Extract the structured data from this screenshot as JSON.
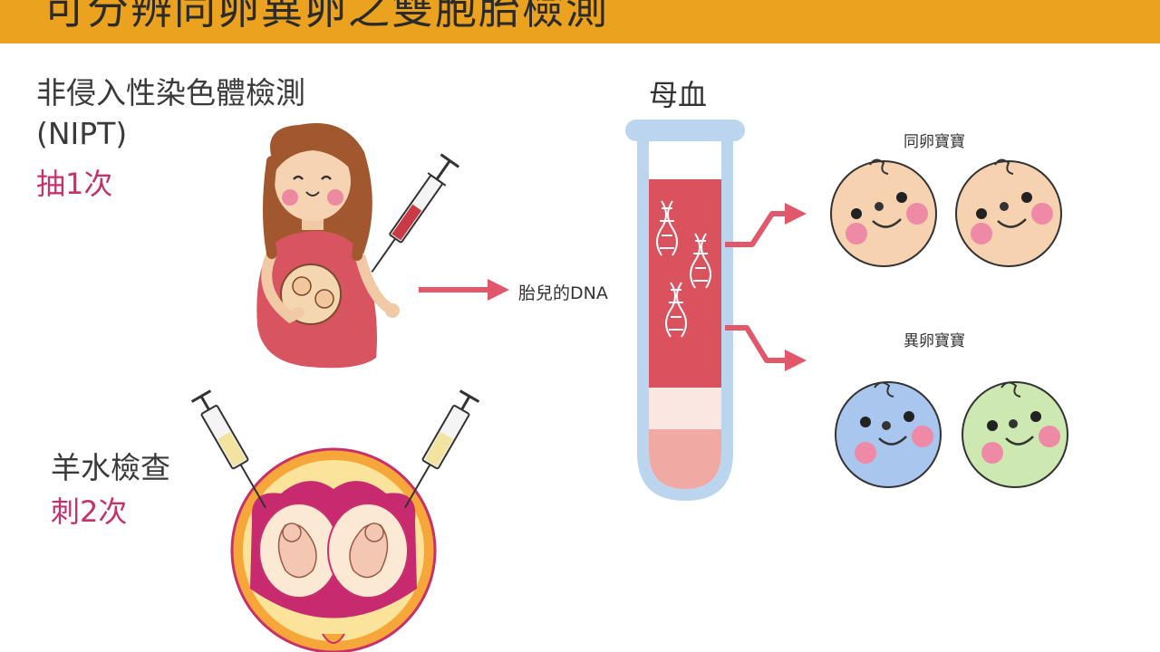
{
  "header": {
    "title": "可分辨同卵異卵之雙胞胎檢測"
  },
  "nipt": {
    "title": "非侵入性染色體檢測",
    "abbr": "(NIPT)",
    "note": "抽1次"
  },
  "amnio": {
    "title": "羊水檢查",
    "note": "刺2次"
  },
  "flow": {
    "arrow_label": "胎兒的DNA",
    "tube_label": "母血",
    "identical_label": "同卵寶寶",
    "fraternal_label": "異卵寶寶"
  },
  "colors": {
    "banner": "#eba21f",
    "accent_pink": "#c8306c",
    "blood": "#d9525e",
    "arrow": "#e0586a",
    "tube_glass": "#bcd5ef"
  }
}
